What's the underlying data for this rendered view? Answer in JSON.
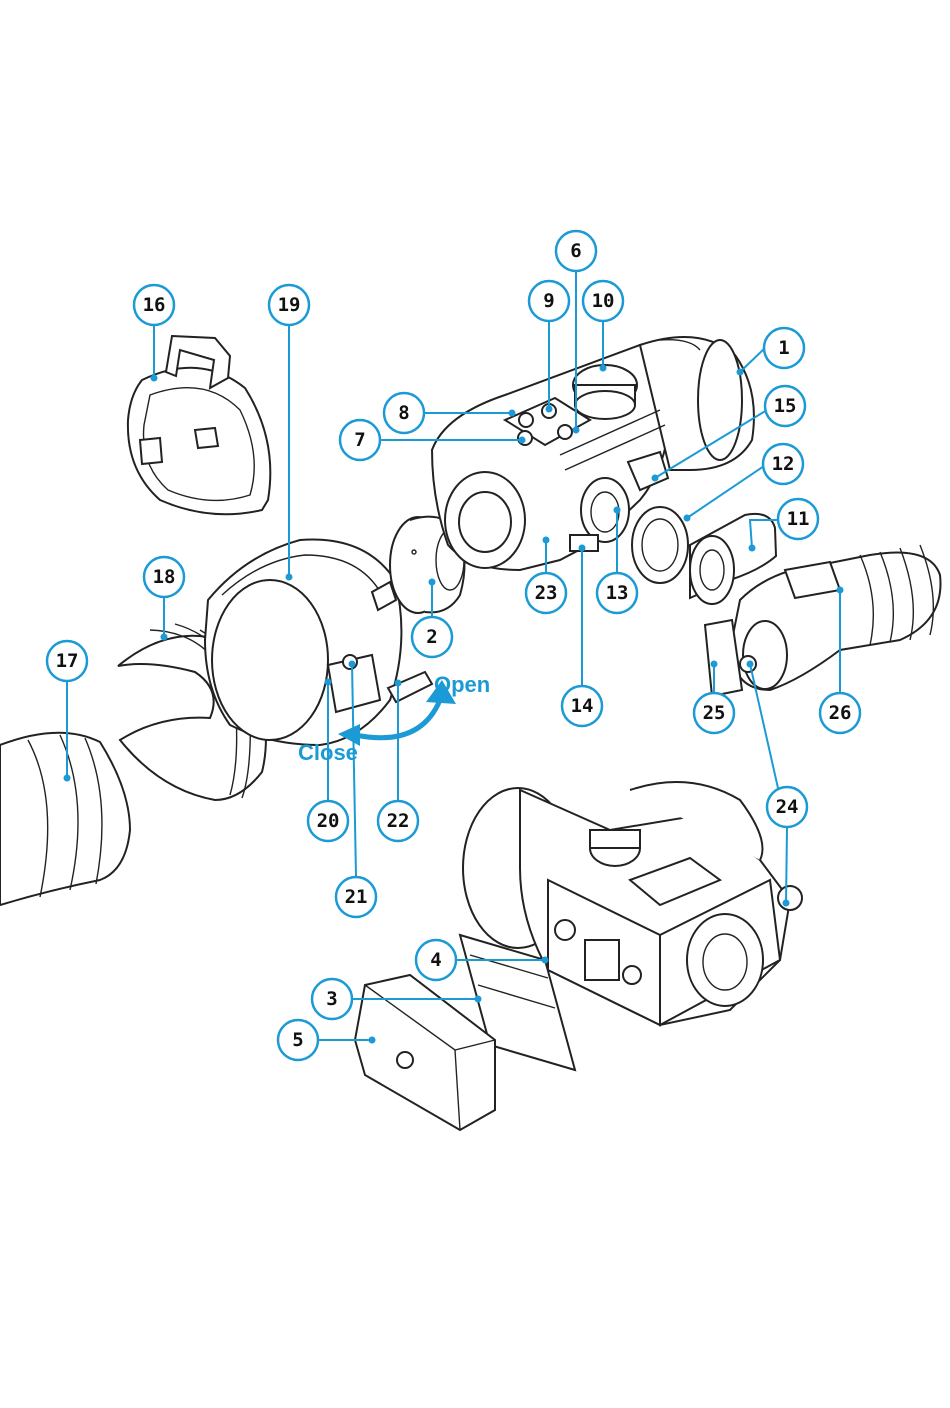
{
  "diagram": {
    "accent_color": "#1b9ad6",
    "line_color": "#222222",
    "callouts": [
      {
        "id": "c1",
        "label": "1"
      },
      {
        "id": "c2",
        "label": "2"
      },
      {
        "id": "c3",
        "label": "3"
      },
      {
        "id": "c4",
        "label": "4"
      },
      {
        "id": "c5",
        "label": "5"
      },
      {
        "id": "c6",
        "label": "6"
      },
      {
        "id": "c7",
        "label": "7"
      },
      {
        "id": "c8",
        "label": "8"
      },
      {
        "id": "c9",
        "label": "9"
      },
      {
        "id": "c10",
        "label": "10"
      },
      {
        "id": "c11",
        "label": "11"
      },
      {
        "id": "c12",
        "label": "12"
      },
      {
        "id": "c13",
        "label": "13"
      },
      {
        "id": "c14",
        "label": "14"
      },
      {
        "id": "c15",
        "label": "15"
      },
      {
        "id": "c16",
        "label": "16"
      },
      {
        "id": "c17",
        "label": "17"
      },
      {
        "id": "c18",
        "label": "18"
      },
      {
        "id": "c19",
        "label": "19"
      },
      {
        "id": "c20",
        "label": "20"
      },
      {
        "id": "c21",
        "label": "21"
      },
      {
        "id": "c22",
        "label": "22"
      },
      {
        "id": "c23",
        "label": "23"
      },
      {
        "id": "c24",
        "label": "24"
      },
      {
        "id": "c25",
        "label": "25"
      },
      {
        "id": "c26",
        "label": "26"
      }
    ],
    "labels": {
      "open": "Open",
      "close": "Close"
    }
  }
}
